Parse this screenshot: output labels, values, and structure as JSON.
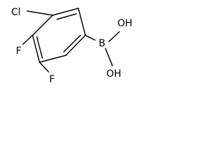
{
  "atoms": {
    "cl": "Cl",
    "f1": "F",
    "f2": "F",
    "b": "B",
    "oh1": "OH",
    "oh2": "OH"
  },
  "colors": {
    "bond": "#000000",
    "text": "#000000",
    "background": "#ffffff"
  }
}
